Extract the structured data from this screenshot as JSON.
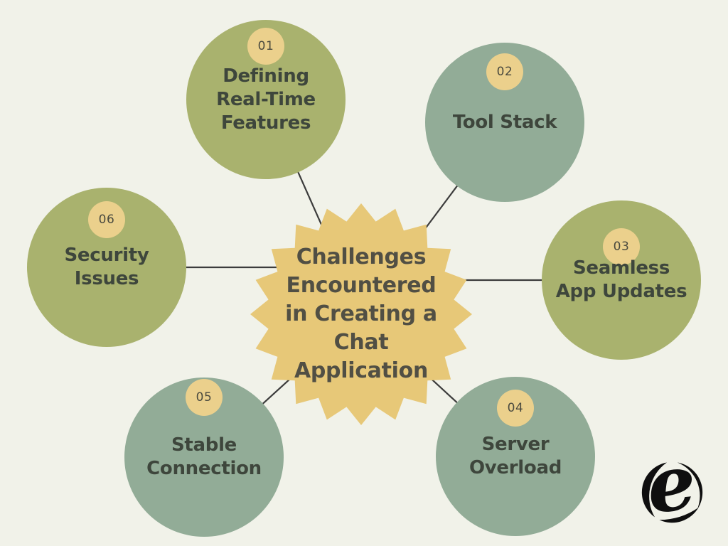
{
  "background_color": "#f1f2e9",
  "connector_color": "#3c3c3c",
  "node_text_color": "#3e463c",
  "center": {
    "label": "Challenges Encountered in Creating a Chat Application",
    "lines": [
      "Challenges",
      "Encountered",
      "in Creating a",
      "Chat",
      "Application"
    ],
    "shape": "starburst",
    "color": "#e7c878",
    "text_color": "#514f44"
  },
  "nodes": [
    {
      "number": "01",
      "label": "Defining Real-Time Features",
      "lines": [
        "Defining",
        "Real-Time",
        "Features"
      ],
      "color": "#a9b26e"
    },
    {
      "number": "02",
      "label": "Tool Stack",
      "lines": [
        "Tool Stack"
      ],
      "color": "#92ac97"
    },
    {
      "number": "03",
      "label": "Seamless App Updates",
      "lines": [
        "Seamless",
        "App Updates"
      ],
      "color": "#a9b26e"
    },
    {
      "number": "04",
      "label": "Server Overload",
      "lines": [
        "Server",
        "Overload"
      ],
      "color": "#92ac97"
    },
    {
      "number": "05",
      "label": "Stable Connection",
      "lines": [
        "Stable",
        "Connection"
      ],
      "color": "#92ac97"
    },
    {
      "number": "06",
      "label": "Security Issues",
      "lines": [
        "Security",
        "Issues"
      ],
      "color": "#a9b26e"
    }
  ],
  "badge": {
    "color": "#ebd08c",
    "text_color": "#4a4a3f"
  },
  "logo": {
    "name": "e-swirl-logo",
    "color": "#0f0f0f"
  }
}
